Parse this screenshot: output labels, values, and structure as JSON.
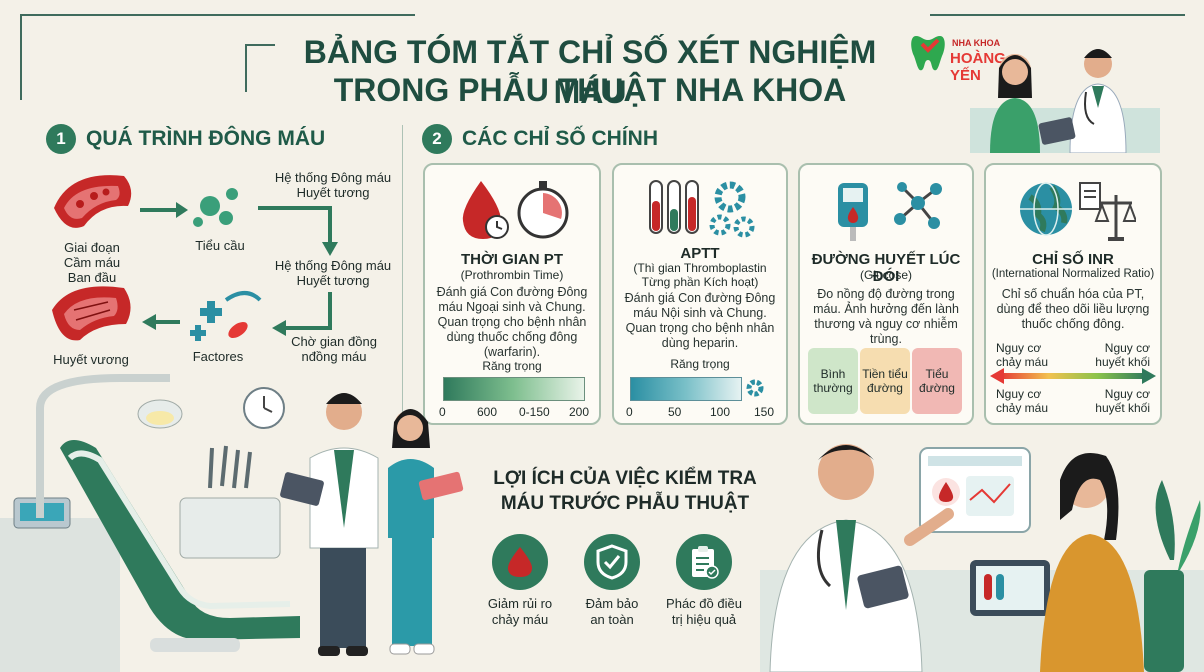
{
  "title": {
    "line1": "BẢNG TÓM TẮT CHỈ SỐ XÉT NGHIỆM MÁU",
    "line2": "TRONG PHẪU THUẬT NHA KHOA"
  },
  "logo": {
    "top": "NHA KHOA",
    "name": "HOÀNG YẾN"
  },
  "section1": {
    "number": "1",
    "heading": "QUÁ TRÌNH ĐÔNG MÁU",
    "labels": {
      "stage": "Giai đoạn\nCầm máu\nBan đầu",
      "platelets": "Tiểu cầu",
      "system1": "Hệ thống Đông máu\nHuyết tương",
      "system2": "Hệ thống Đông máu\nHuyết tương",
      "waiting": "Chờ gian đồng\nnđồng máu",
      "factors": "Factores",
      "clot": "Huyết vương"
    }
  },
  "section2": {
    "number": "2",
    "heading": "CÁC CHỈ SỐ CHÍNH",
    "cards": [
      {
        "title": "THỜI GIAN PT",
        "subtitle": "(Prothrombin Time)",
        "desc": "Đánh giá Con đường Đông máu Ngoại sinh và Chung. Quan trọng cho bệnh nhân dùng thuốc chống đông (warfarin).",
        "scale_label": "Răng trọng",
        "ticks": [
          "0",
          "600",
          "0-150",
          "200"
        ]
      },
      {
        "title": "APTT",
        "subtitle": "(Thì gian Thromboplastin Từng phần Kích hoạt)",
        "desc": "Đánh giá Con đường Đông máu Nội sinh và Chung. Quan trọng cho bệnh nhân dùng heparin.",
        "scale_label": "Răng trọng",
        "ticks": [
          "0",
          "50",
          "100",
          "150"
        ]
      },
      {
        "title": "ĐƯỜNG HUYẾT LÚC ĐÓI",
        "subtitle": "(Glucose)",
        "desc": "Đo nồng độ đường trong máu. Ảnh hưởng đến lành thương và nguy cơ nhiễm trùng.",
        "ranges": [
          "Bình\nthường",
          "Tiền tiểu\nđường",
          "Tiểu\nđường"
        ]
      },
      {
        "title": "CHỈ SỐ INR",
        "subtitle": "(International Normalized Ratio)",
        "desc": "Chỉ số chuẩn hóa của PT, dùng để theo dõi liều lượng thuốc chống đông.",
        "left_top": "Nguy cơ\nchảy máu",
        "right_top": "Nguy cơ\nhuyết khối",
        "left_bottom": "Nguy cơ\nchảy máu",
        "right_bottom": "Nguy cơ\nhuyết khối"
      }
    ]
  },
  "benefits": {
    "title": "LỢI ÍCH CỦA VIỆC KIỂM TRA\nMÁU TRƯỚC PHẪU THUẬT",
    "items": [
      {
        "label": "Giảm rủi ro\nchảy máu"
      },
      {
        "label": "Đảm bảo\nan toàn"
      },
      {
        "label": "Phác đồ điều\ntrị hiệu quả"
      }
    ]
  },
  "colors": {
    "primary": "#2f7a5c",
    "blood": "#c62828",
    "teal": "#2b8fa3",
    "background": "#f4f1e8"
  }
}
